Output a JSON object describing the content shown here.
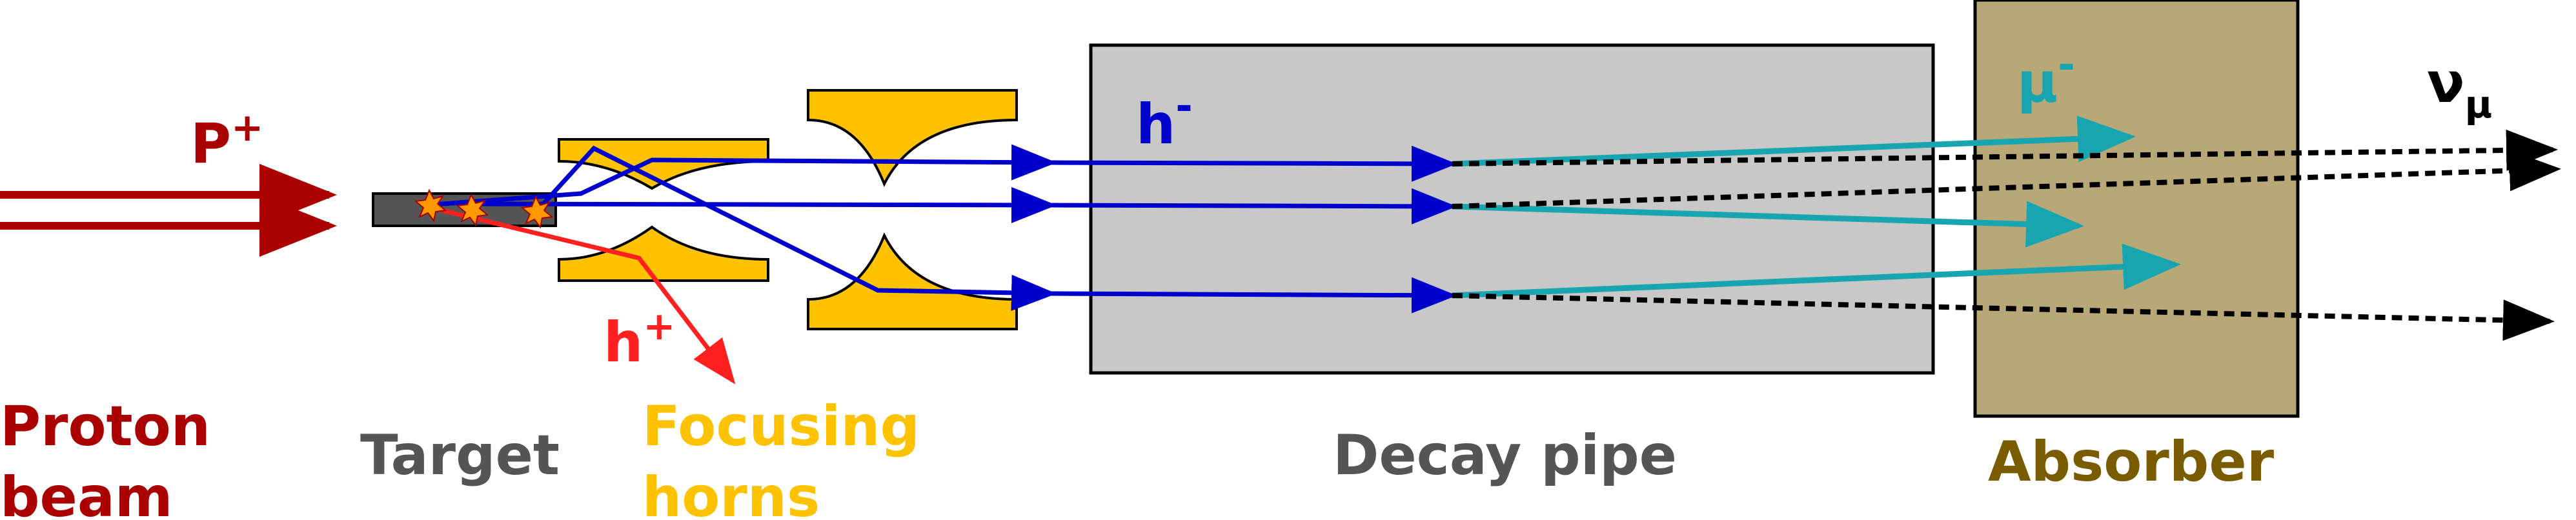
{
  "beam": {
    "symbol": "P",
    "charge": "+"
  },
  "positive_hadron": {
    "symbol": "h",
    "charge": "+"
  },
  "negative_hadron": {
    "symbol": "h",
    "charge": "-"
  },
  "muon": {
    "symbol": "μ",
    "charge": "-"
  },
  "neutrino": {
    "symbol": "ν",
    "subscript": "μ"
  },
  "labels": {
    "proton_beam": [
      "Proton",
      "beam"
    ],
    "target": "Target",
    "focusing_horns": [
      "Focusing",
      "horns"
    ],
    "decay_pipe": "Decay pipe",
    "absorber": "Absorber"
  },
  "colors": {
    "proton": "#aa0000",
    "positive_hadron": "#ff2020",
    "negative_hadron": "#0000cc",
    "muon": "#18a5b0",
    "neutrino": "#000000",
    "target": "#555555",
    "horns": "#ffc200",
    "decay_pipe_fill": "#c8c8c8",
    "decay_pipe_text": "#555555",
    "absorber_fill": "#b8a878",
    "absorber_text": "#7a5c00",
    "spark": "#ff9900"
  }
}
